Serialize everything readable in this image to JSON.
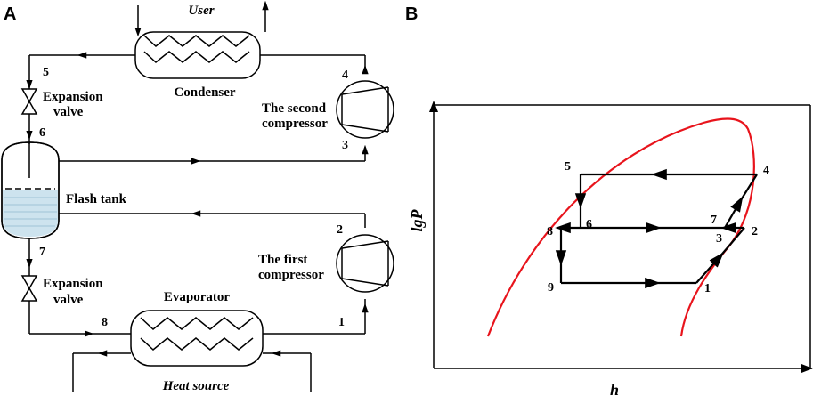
{
  "panels": {
    "a": "A",
    "b": "B"
  },
  "panelA": {
    "user": "User",
    "condenser": "Condenser",
    "second_compressor_l1": "The second",
    "second_compressor_l2": "compressor",
    "first_compressor_l1": "The first",
    "first_compressor_l2": "compressor",
    "expansion_valve_l1": "Expansion",
    "expansion_valve_l2": "valve",
    "flash_tank": "Flash tank",
    "evaporator": "Evaporator",
    "heat_source": "Heat source",
    "nodes": {
      "n1": "1",
      "n2": "2",
      "n3": "3",
      "n4": "4",
      "n5": "5",
      "n6": "6",
      "n7": "7",
      "n8": "8"
    }
  },
  "panelB": {
    "xlabel": "h",
    "ylabel": "lgP",
    "points": {
      "p1": "1",
      "p2": "2",
      "p3": "3",
      "p4": "4",
      "p5": "5",
      "p6": "6",
      "p7": "7",
      "p8": "8",
      "p9": "9"
    }
  }
}
